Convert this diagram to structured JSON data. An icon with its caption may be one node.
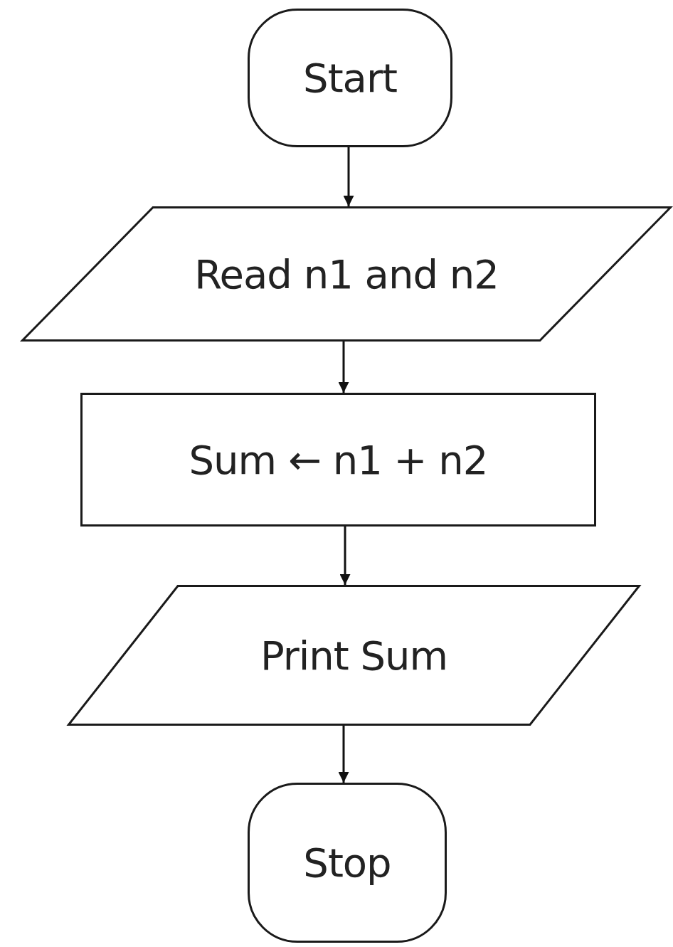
{
  "diagram": {
    "nodes": [
      {
        "text": [
          "Start"
        ]
      },
      {
        "text": [
          "Read n1 and n2"
        ]
      },
      {
        "text": [
          "Sum ← n1 + n2"
        ]
      },
      {
        "text": [
          "Print Sum"
        ]
      },
      {
        "text": [
          "Stop"
        ]
      }
    ],
    "edges": [
      {
        "from": 0,
        "to": 1,
        "arrow": "to"
      },
      {
        "from": 1,
        "to": 2,
        "arrow": "to"
      },
      {
        "from": 2,
        "to": 3,
        "arrow": "to"
      },
      {
        "from": 3,
        "to": 4,
        "arrow": "to"
      }
    ]
  }
}
